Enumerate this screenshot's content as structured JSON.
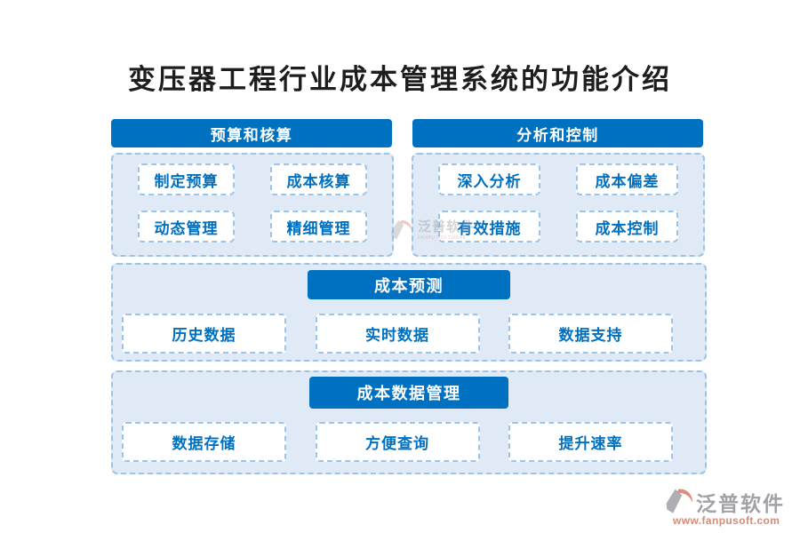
{
  "title": "变压器工程行业成本管理系统的功能介绍",
  "colors": {
    "header_blue": "#0070C0",
    "panel_bg": "#DFEAF6",
    "dash": "#9DC3E6",
    "item_text": "#0070C0",
    "title_text": "#1D1D1D",
    "brand_gray": "#97979F",
    "brand_salmon": "#CF7F6D"
  },
  "sections": [
    {
      "header": "预算和核算",
      "items": [
        "制定预算",
        "成本核算",
        "动态管理",
        "精细管理"
      ]
    },
    {
      "header": "分析和控制",
      "items": [
        "深入分析",
        "成本偏差",
        "有效措施",
        "成本控制"
      ]
    },
    {
      "header": "成本预测",
      "items": [
        "历史数据",
        "实时数据",
        "数据支持"
      ]
    },
    {
      "header": "成本数据管理",
      "items": [
        "数据存储",
        "方便查询",
        "提升速率"
      ]
    }
  ],
  "watermark": {
    "brand": "泛普软件",
    "brand_sub": "FANPU SOFTWARE",
    "url": "www.fanpusoft.com"
  }
}
